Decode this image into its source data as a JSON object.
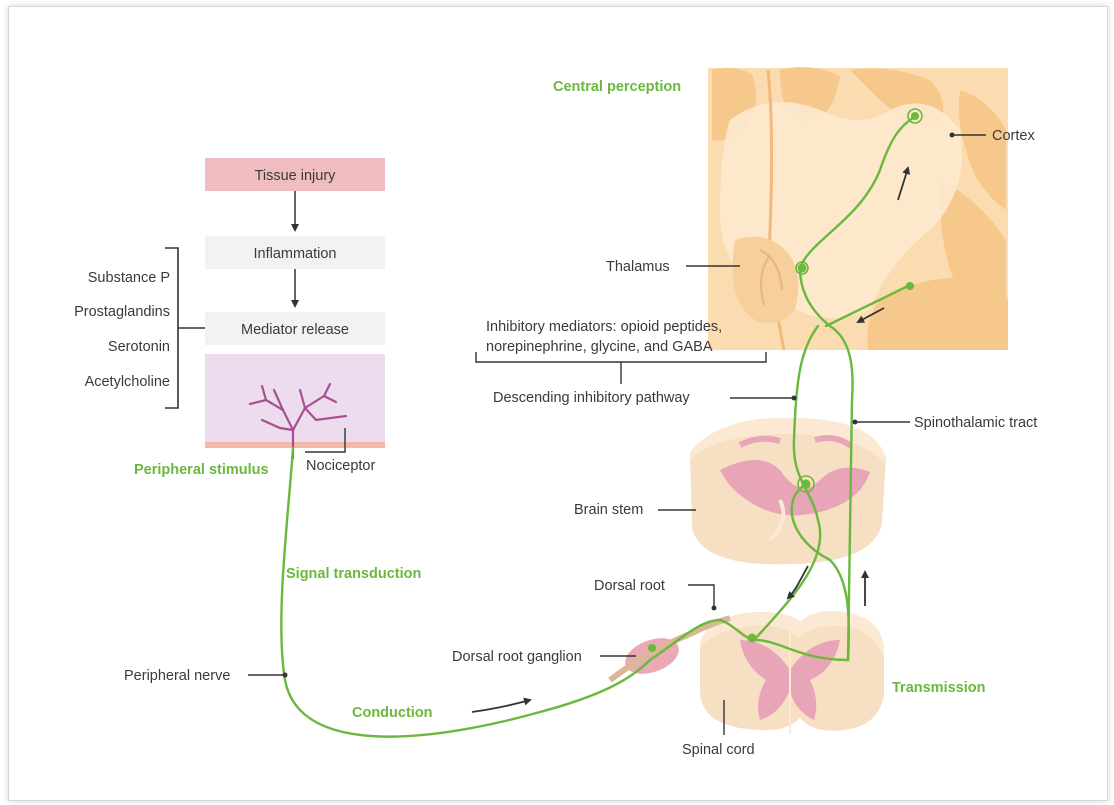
{
  "flow": {
    "tissue_injury": "Tissue injury",
    "inflammation": "Inflammation",
    "mediator_release": "Mediator release"
  },
  "mediators": [
    "Substance P",
    "Prostaglandins",
    "Serotonin",
    "Acetylcholine"
  ],
  "stages": {
    "peripheral_stimulus": "Peripheral stimulus",
    "signal_transduction": "Signal transduction",
    "conduction": "Conduction",
    "transmission": "Transmission",
    "central_perception": "Central perception"
  },
  "labels": {
    "nociceptor": "Nociceptor",
    "peripheral_nerve": "Peripheral nerve",
    "dorsal_root_ganglion": "Dorsal root ganglion",
    "dorsal_root": "Dorsal root",
    "spinal_cord": "Spinal cord",
    "brain_stem": "Brain stem",
    "spinothalamic_tract": "Spinothalamic tract",
    "descending_pathway": "Descending inhibitory pathway",
    "thalamus": "Thalamus",
    "cortex": "Cortex",
    "inhibitory_line1": "Inhibitory mediators: opioid peptides,",
    "inhibitory_line2": "norepinephrine, glycine, and GABA"
  },
  "colors": {
    "pathway": "#6ab83c",
    "injury_box": "#efbcc0",
    "grey_box": "#f2f2f2",
    "tissue": "#ecdcee",
    "brain": "#fbdcb0",
    "cord": "#f6dfc2",
    "grey_matter": "#e8a5b8"
  }
}
